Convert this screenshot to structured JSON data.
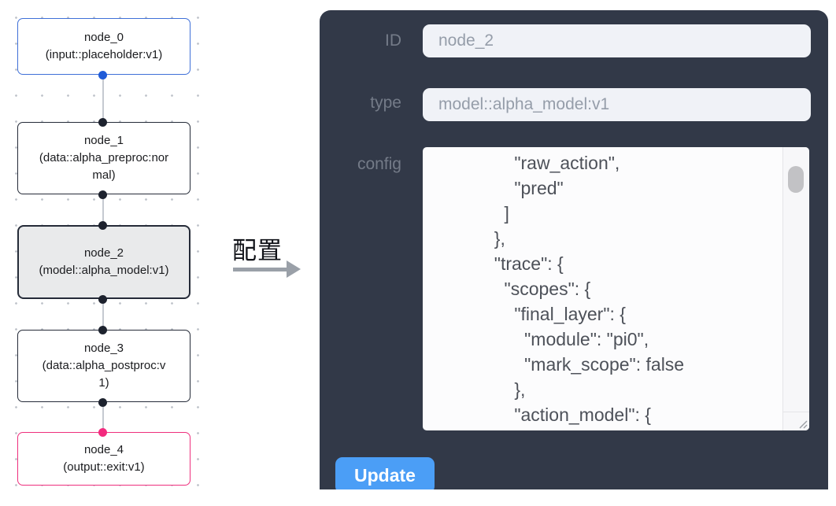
{
  "flow": {
    "nodes": [
      {
        "title": "node_0",
        "subtitle": "(input::placeholder:v1)",
        "accent": "#3f70d8",
        "selected": false
      },
      {
        "title": "node_1",
        "subtitle": "(data::alpha_preproc:normal)",
        "accent": "#252b38",
        "selected": false
      },
      {
        "title": "node_2",
        "subtitle": "(model::alpha_model:v1)",
        "accent": "#252b38",
        "selected": true
      },
      {
        "title": "node_3",
        "subtitle": "(data::alpha_postproc:v1)",
        "accent": "#252b38",
        "selected": false
      },
      {
        "title": "node_4",
        "subtitle": "(output::exit:v1)",
        "accent": "#ee2f7d",
        "selected": false
      }
    ],
    "port_colors": {
      "default": "#1d222e",
      "input_node": "#1f5bd8",
      "output_node": "#f32a7e"
    },
    "edge_color": "#c5c9d1"
  },
  "annotation": {
    "label": "配置"
  },
  "panel": {
    "bg": "#323948",
    "fields": [
      {
        "label": "ID",
        "value": "node_2"
      },
      {
        "label": "type",
        "value": "model::alpha_model:v1"
      }
    ],
    "config": {
      "label": "config",
      "value": "      \"raw_action\",\n      \"pred\"\n    ]\n  },\n  \"trace\": {\n    \"scopes\": {\n      \"final_layer\": {\n        \"module\": \"pi0\",\n        \"mark_scope\": false\n      },\n      \"action_model\": {"
    },
    "update_label": "Update",
    "accent": "#4b9ef6"
  }
}
